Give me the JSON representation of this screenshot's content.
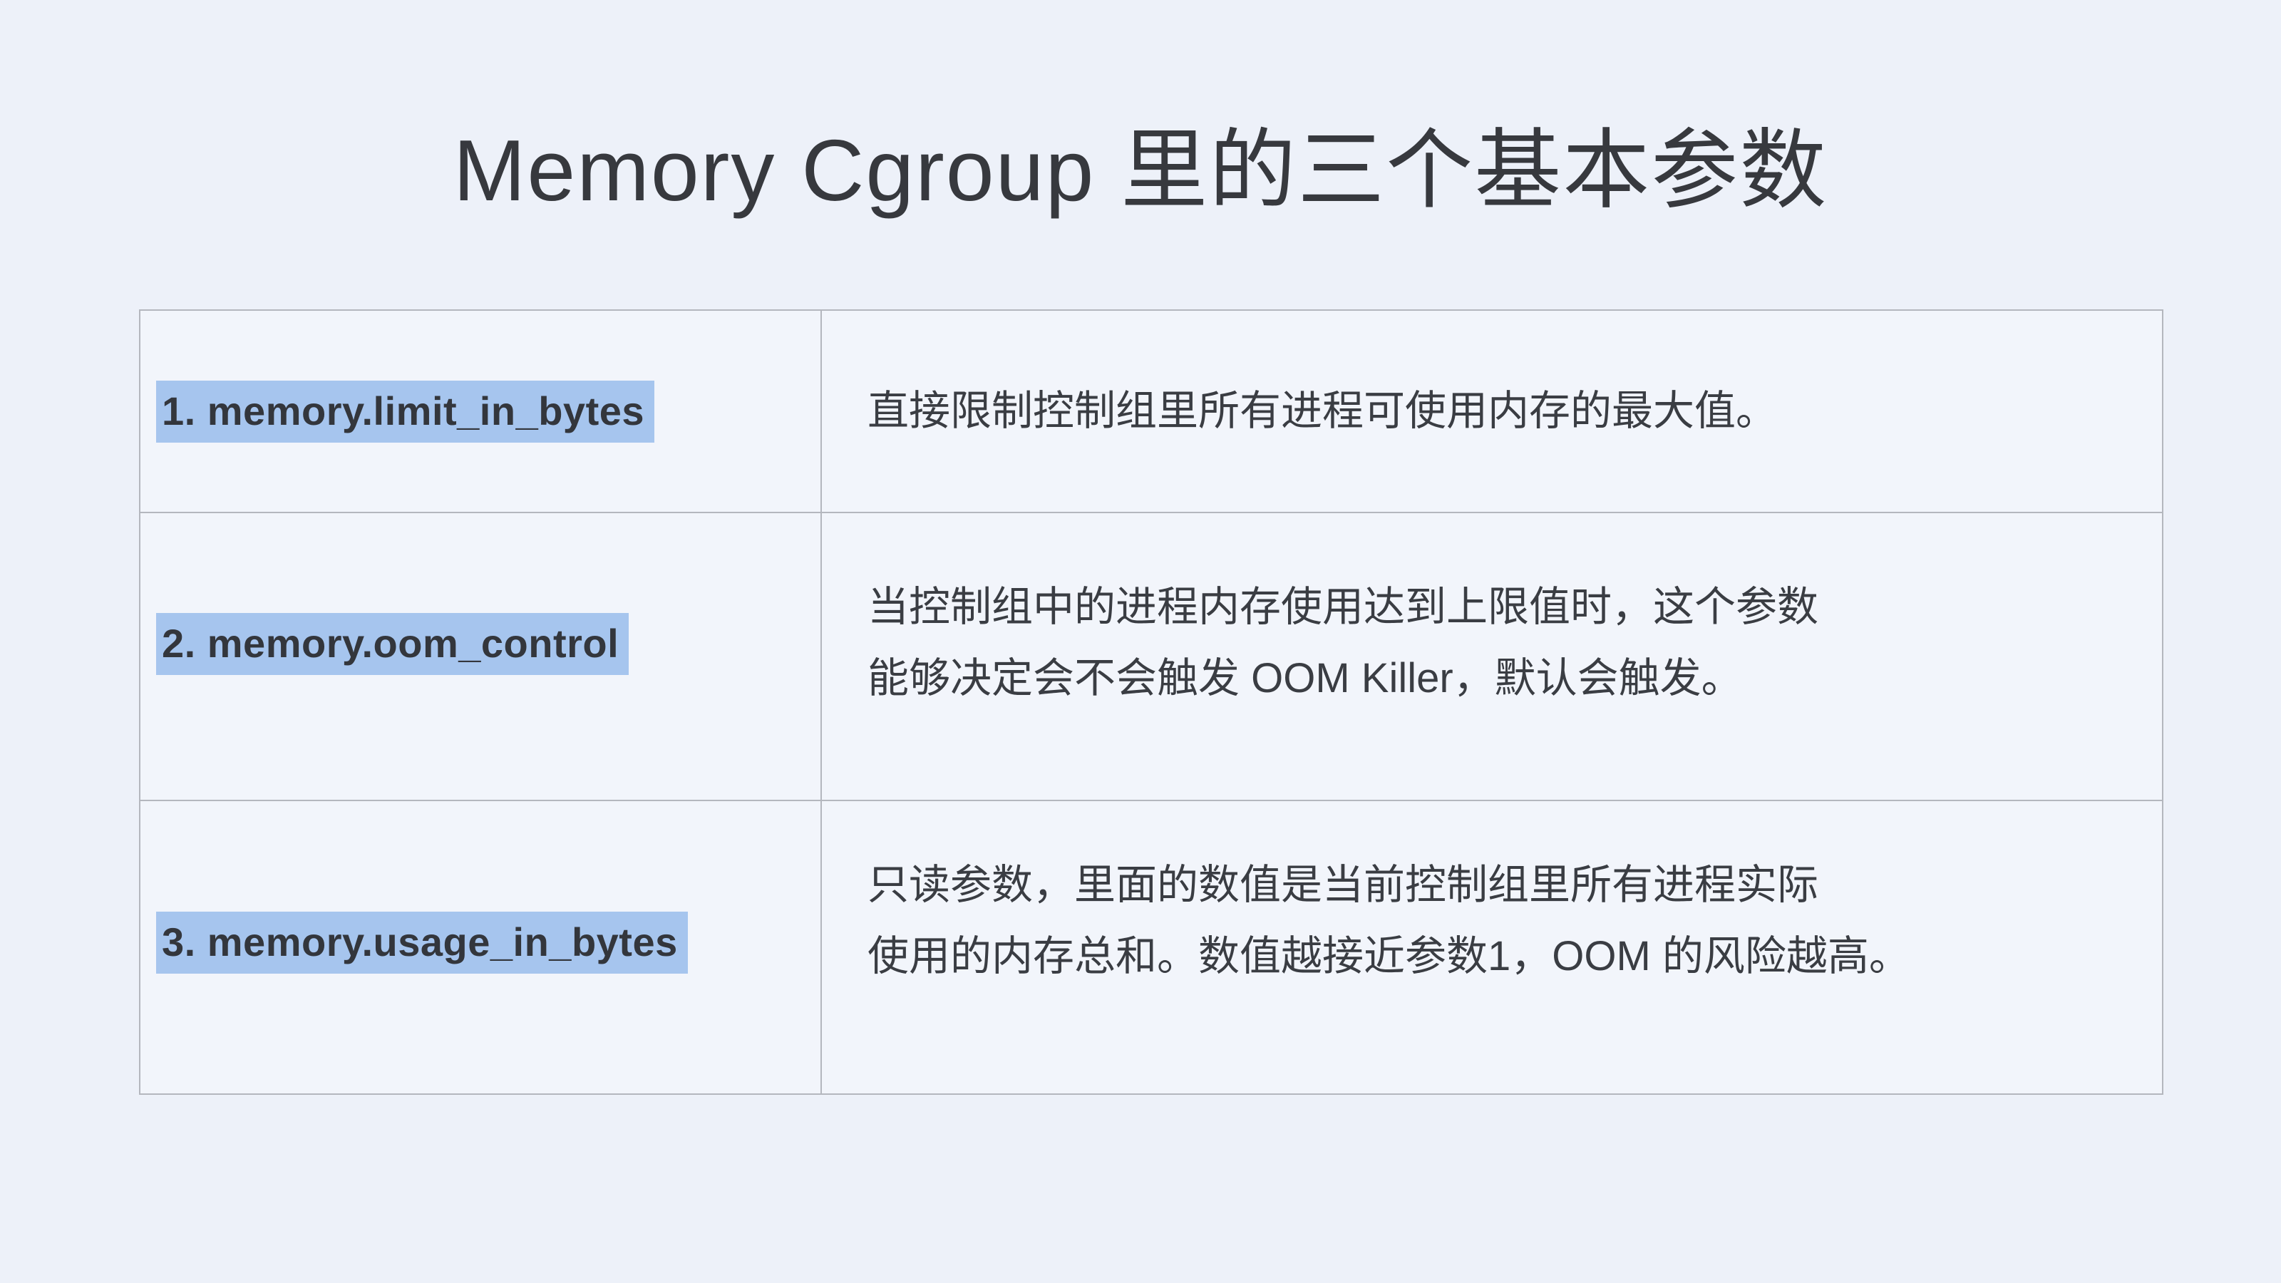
{
  "page": {
    "title": "Memory Cgroup 里的三个基本参数",
    "colors": {
      "background": "#edf1f9",
      "highlight": "#a6c5ee",
      "text": "#3a3d43",
      "border": "#b4b7be"
    }
  },
  "table": {
    "rows": [
      {
        "param": "1. memory.limit_in_bytes",
        "description": "直接限制控制组里所有进程可使用内存的最大值。"
      },
      {
        "param": "2. memory.oom_control",
        "description": "当控制组中的进程内存使用达到上限值时，这个参数\n能够决定会不会触发 OOM Killer，默认会触发。"
      },
      {
        "param": "3. memory.usage_in_bytes",
        "description": "只读参数，里面的数值是当前控制组里所有进程实际\n使用的内存总和。数值越接近参数1，OOM 的风险越高。"
      }
    ]
  }
}
